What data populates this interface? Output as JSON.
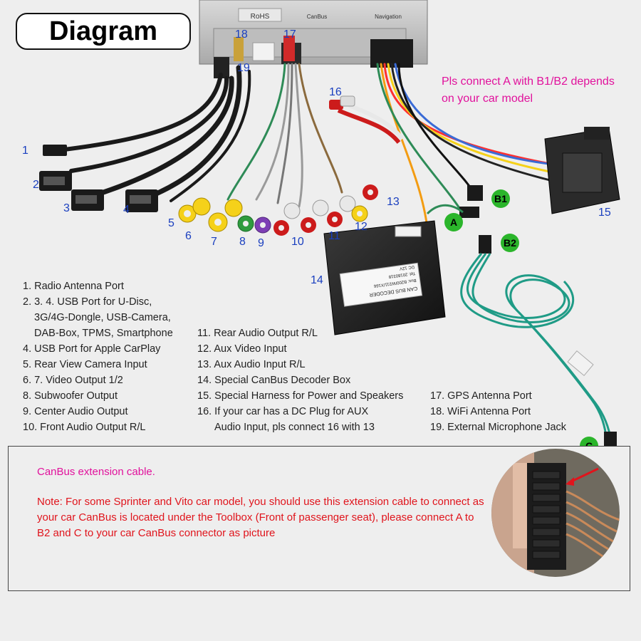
{
  "title": "Diagram",
  "numbers": [
    "1",
    "2",
    "3",
    "4",
    "5",
    "6",
    "7",
    "8",
    "9",
    "10",
    "11",
    "12",
    "13",
    "14",
    "15",
    "16",
    "17",
    "18",
    "19"
  ],
  "badges": {
    "a": "A",
    "b1": "B1",
    "b2": "B2",
    "c": "C"
  },
  "connect_note": [
    "Pls connect A with B1/B2 depends",
    "on your car model"
  ],
  "legend_left": [
    "1. Radio Antenna Port",
    "2. 3. 4. USB Port for U-Disc,",
    "3G/4G-Dongle, USB-Camera,",
    "DAB-Box, TPMS, Smartphone",
    "4. USB Port  for Apple CarPlay",
    "5. Rear View Camera Input",
    "6. 7. Video Output 1/2",
    "8. Subwoofer Output",
    "9. Center Audio Output",
    "10. Front Audio Output R/L"
  ],
  "legend_mid": [
    "11. Rear Audio Output R/L",
    "12. Aux Video Input",
    "13. Aux Audio Input R/L",
    "14. Special CanBus Decoder Box",
    "15. Special Harness for Power and Speakers",
    "16. If your car has a DC Plug for AUX",
    "Audio Input, pls connect 16 with 13"
  ],
  "legend_right": [
    "17. GPS Antenna Port",
    "18. WiFi Antenna Port",
    "19. External Microphone Jack"
  ],
  "canbus_title": "CanBus extension cable.",
  "canbus_note": "Note: For some Sprinter and Vito car model, you should use this extension cable to connect as your car CanBus is located under the Toolbox (Front of passenger seat), please connect A to B2 and C to your car CanBus connector as picture",
  "unit_labels": {
    "rohs": "RoHS",
    "canbus": "CanBus",
    "navigation": "Navigation"
  },
  "decoder_label": [
    "CAN BUS DECODER",
    "Bus: B200/W211/X166",
    "Tel: 20180318",
    "DC 12V"
  ],
  "colors": {
    "badge": "#2bb52b",
    "number": "#1a3fbf",
    "magenta": "#e1119c",
    "note_red": "#e0141c"
  }
}
